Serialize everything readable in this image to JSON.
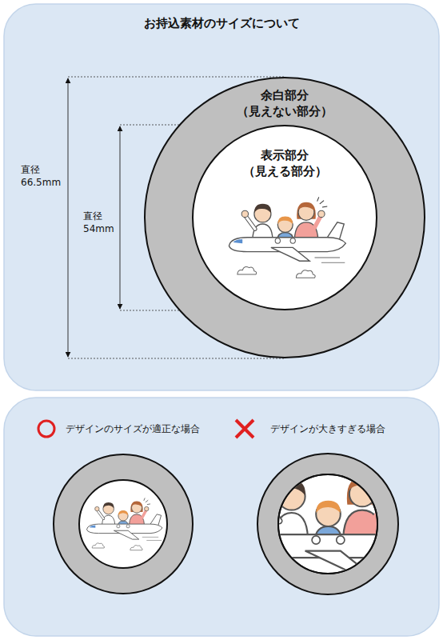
{
  "diagram": {
    "title": "お持込素材のサイズについて",
    "nodes": [
      {
        "text": [
          "余白部分 （見えない部分）"
        ]
      },
      {
        "text": [
          "表示部分 （見える部分）"
        ],
        "in": 0
      }
    ],
    "labels": [
      "直径 66.5mm",
      "直径 54mm",
      "デザインのサイズが適正な場合",
      "デザインが大きすぎる場合"
    ]
  }
}
